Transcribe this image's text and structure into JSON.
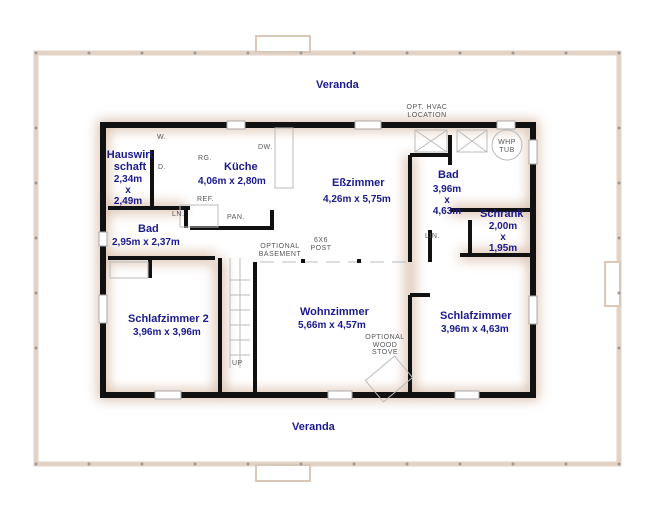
{
  "veranda_top": "Veranda",
  "veranda_bottom": "Veranda",
  "rooms": {
    "utility": {
      "name": "Hauswirt schaft",
      "dim1": "2,34m",
      "x": "x",
      "dim2": "2,49m"
    },
    "kitchen": {
      "name": "Küche",
      "dim": "4,06m x 2,80m"
    },
    "dining": {
      "name": "Eßzimmer",
      "dim": "4,26m x 5,75m"
    },
    "bath_left": {
      "name": "Bad",
      "dim": "2,95m x 2,37m"
    },
    "bath_master": {
      "name": "Bad",
      "dim1": "3,96m",
      "x": "x",
      "dim2": "4,63m"
    },
    "closet": {
      "name": "Schrank",
      "dim1": "2,00m",
      "x": "x",
      "dim2": "1,95m"
    },
    "bedroom2": {
      "name": "Schlafzimmer 2",
      "dim": "3,96m x 3,96m"
    },
    "living": {
      "name": "Wohnzimmer",
      "dim": "5,66m x 4,57m"
    },
    "bedroom": {
      "name": "Schlafzimmer",
      "dim": "3,96m x 4,63m"
    }
  },
  "notes": {
    "hvac": "OPT. HVAC LOCATION",
    "whp_tub": "WHP TUB",
    "washer": "W.",
    "dryer": "D.",
    "range": "RG.",
    "dishwasher": "DW.",
    "fridge": "REF.",
    "pantry": "PAN.",
    "linen_left": "LN.",
    "linen_master": "LIN.",
    "basement": "OPTIONAL BASEMENT",
    "post": "6X6 POST",
    "stove": "OPTIONAL WOOD STOVE",
    "stairs_up": "UP"
  },
  "colors": {
    "wall": "#111111",
    "glow": "#c9a58a",
    "label": "#1a1a8c"
  }
}
